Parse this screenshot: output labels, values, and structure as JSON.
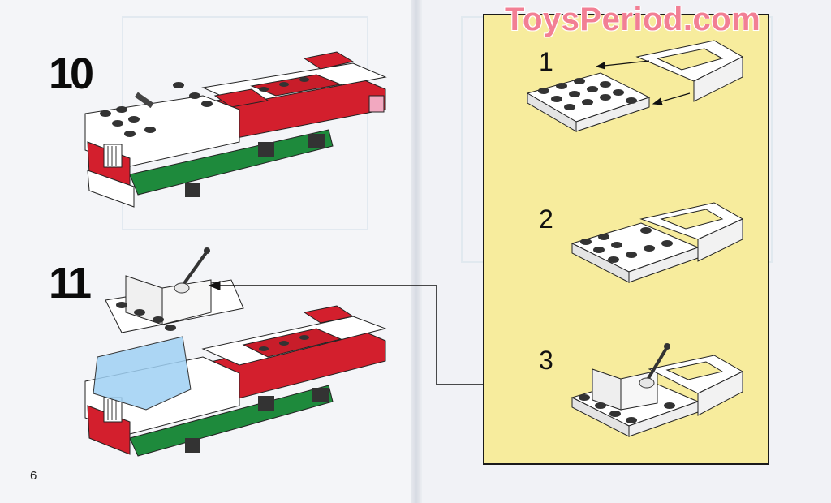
{
  "page": {
    "number": "6"
  },
  "steps": [
    {
      "label": "10"
    },
    {
      "label": "11"
    }
  ],
  "substeps": [
    {
      "label": "1"
    },
    {
      "label": "2"
    },
    {
      "label": "3"
    }
  ],
  "watermark": {
    "text": "ToysPeriod.com"
  },
  "colors": {
    "panel": "#f7ec9d",
    "brick_red": "#d31f2d",
    "brick_white": "#ffffff",
    "brick_green": "#1e8a3c",
    "glass": "#9fd0f3",
    "watermark": "#f27f94"
  }
}
